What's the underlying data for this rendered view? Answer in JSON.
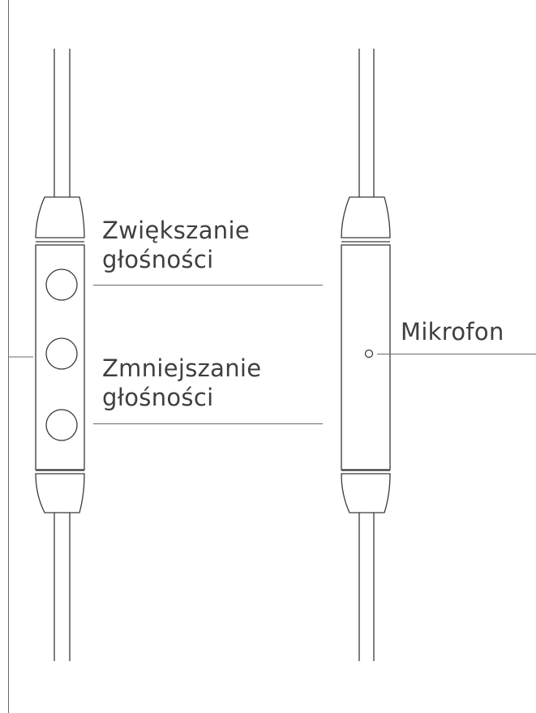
{
  "labels": {
    "volume_up": [
      "Zwiększanie",
      "głośności"
    ],
    "volume_down": [
      "Zmniejszanie",
      "głośności"
    ],
    "microphone": "Mikrofon"
  },
  "colors": {
    "line": "#3a3a3a",
    "text": "#3f3f3f",
    "background": "#ffffff"
  }
}
